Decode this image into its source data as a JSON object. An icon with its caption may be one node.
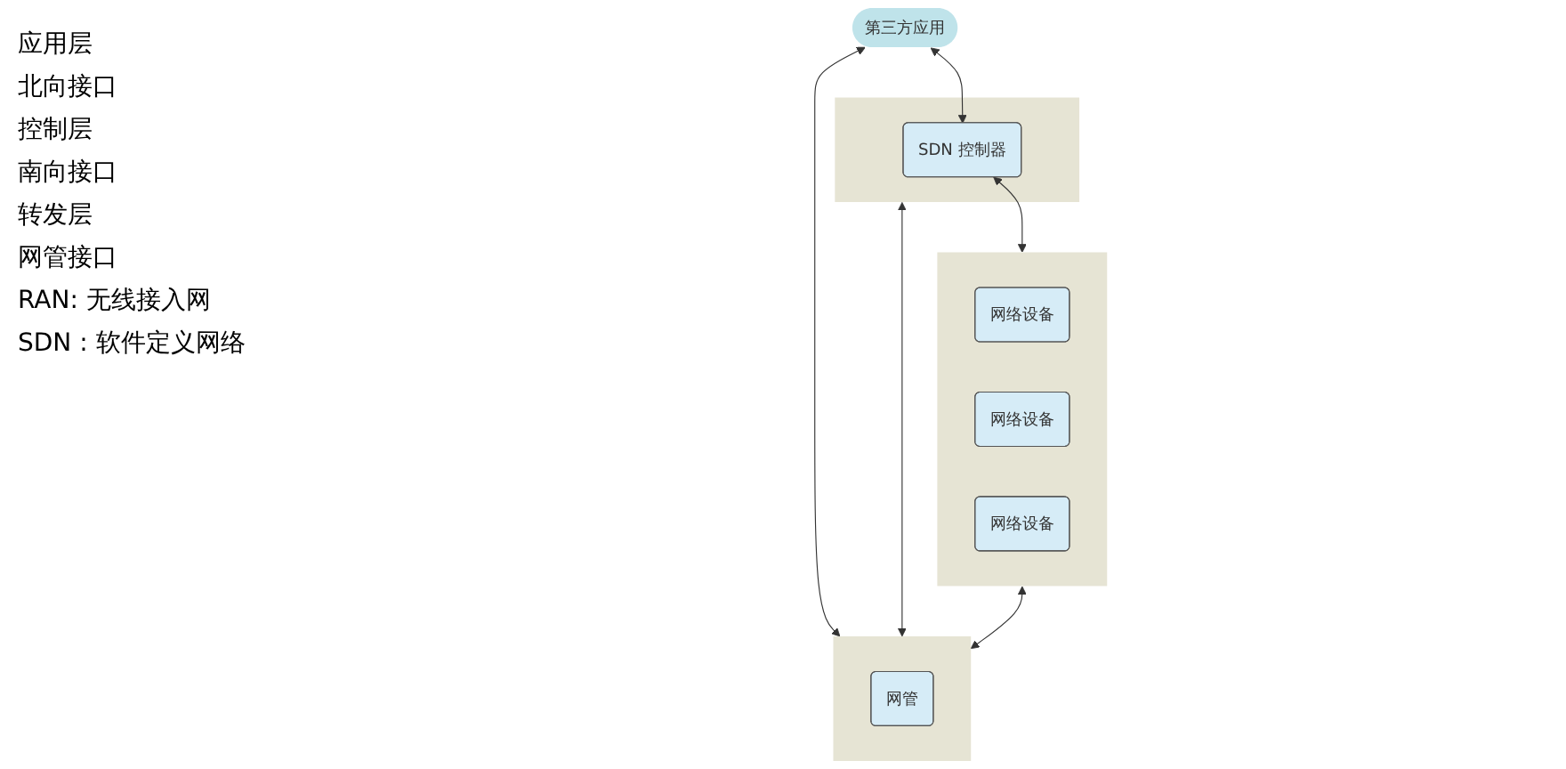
{
  "diagram": {
    "nodes": [
      {
        "text": [
          "第三方应用"
        ]
      },
      {
        "text": [],
        "shape": "box"
      },
      {
        "text": [
          "SDN 控制器"
        ],
        "in": 1
      },
      {
        "text": [],
        "shape": "box"
      },
      {
        "text": [
          "网络设备"
        ],
        "in": 3
      },
      {
        "text": [
          "网络设备"
        ],
        "in": 3
      },
      {
        "text": [
          "网络设备"
        ],
        "in": 3
      },
      {
        "text": [],
        "shape": "box"
      },
      {
        "text": [
          "网管"
        ],
        "in": 7
      }
    ],
    "edges": [
      {
        "from": 0,
        "to": 2,
        "arrow": "both"
      },
      {
        "from": 2,
        "to": 3,
        "arrow": "both"
      },
      {
        "from": 0,
        "to": 7,
        "arrow": "both"
      },
      {
        "from": 1,
        "to": 7,
        "arrow": "both"
      },
      {
        "from": 3,
        "to": 7,
        "arrow": "both"
      }
    ],
    "labels": [
      "应用层",
      "北向接口",
      "控制层",
      "南向接口",
      "转发层",
      "网管接口",
      "RAN: 无线接入网",
      "SDN : 软件定义网络"
    ]
  }
}
